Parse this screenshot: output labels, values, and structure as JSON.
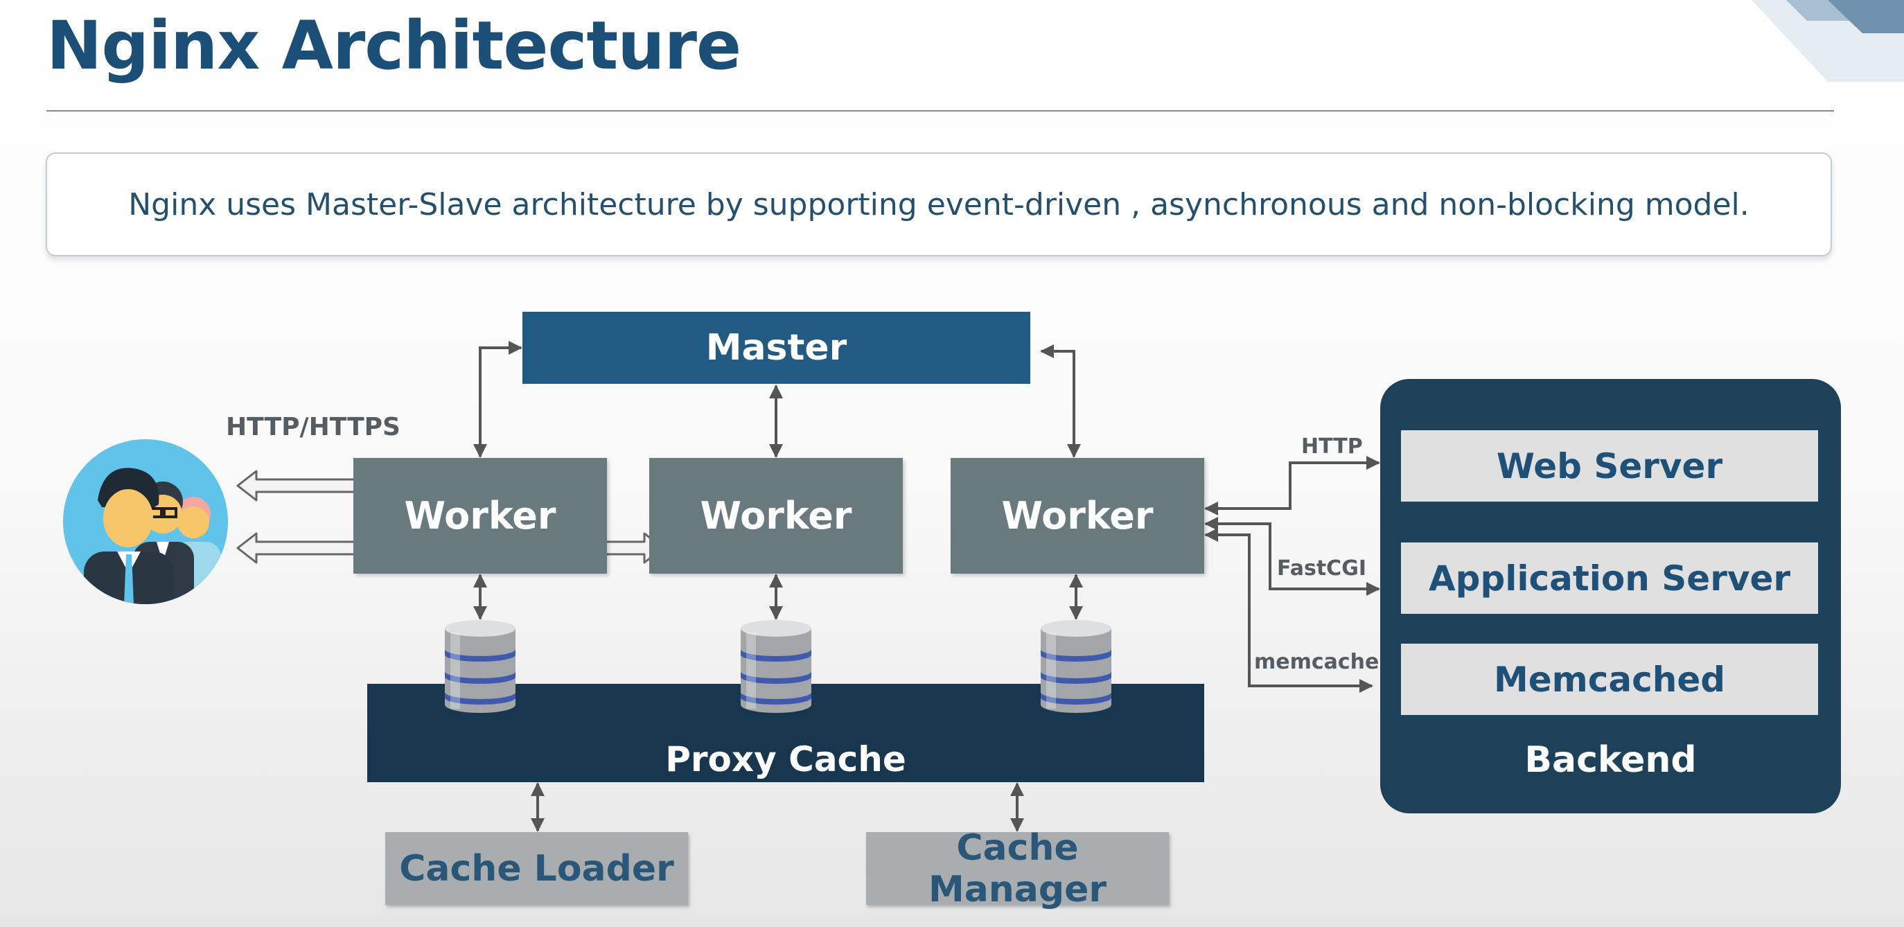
{
  "title": "Nginx Architecture",
  "subtitle": "Nginx uses Master-Slave architecture by supporting event-driven , asynchronous and non-blocking model.",
  "nodes": {
    "master": "Master",
    "workers": [
      "Worker",
      "Worker",
      "Worker"
    ],
    "proxy_cache": "Proxy Cache",
    "cache_loader": "Cache Loader",
    "cache_manager": "Cache Manager"
  },
  "backend": {
    "items": [
      "Web Server",
      "Application Server",
      "Memcached"
    ],
    "label": "Backend"
  },
  "edge_labels": {
    "client_protocol": "HTTP/HTTPS",
    "http": "HTTP",
    "fastcgi": "FastCGI",
    "memcache": "memcache"
  },
  "icons": {
    "users": "users-group-icon",
    "database": "database-icon",
    "corner": "corner-stripe-decoration"
  },
  "colors": {
    "title": "#1c4f78",
    "master": "#215a82",
    "worker": "#697a7e",
    "proxy_cache": "#18374f",
    "backend": "#1d4158",
    "cache_process": "#a9adb0"
  }
}
